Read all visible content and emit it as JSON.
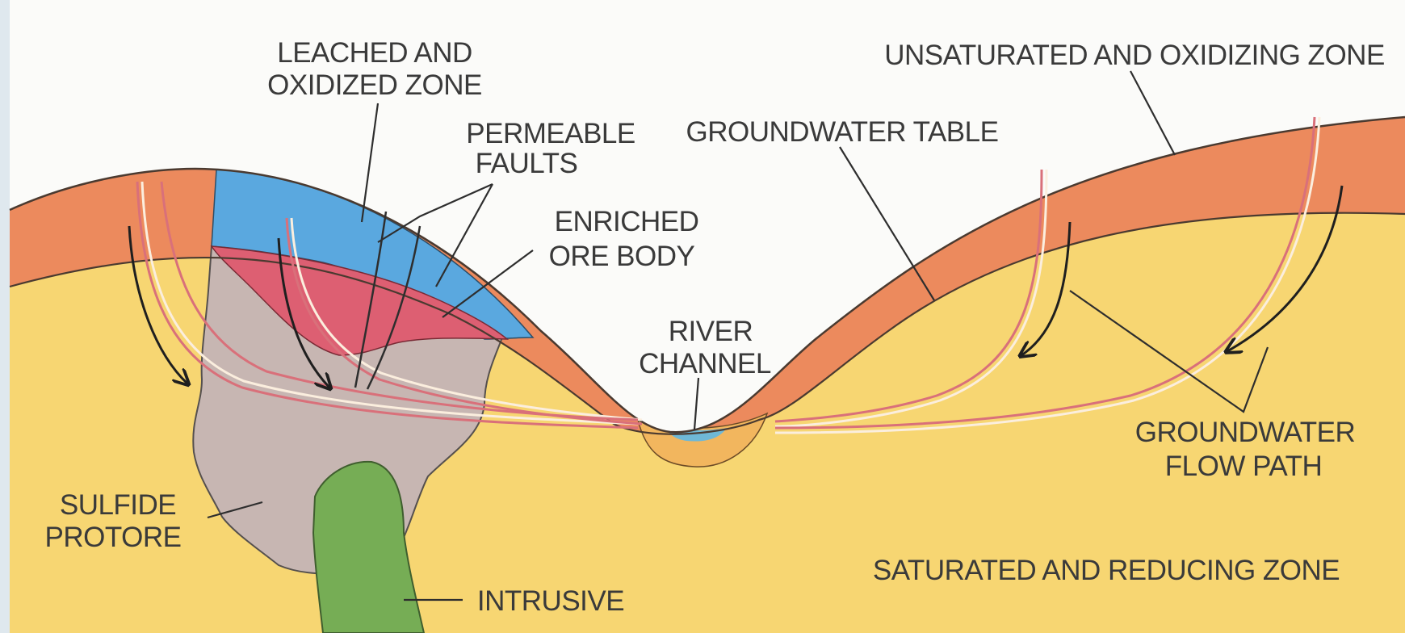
{
  "colors": {
    "background": "#dfe8ee",
    "canvas": "#fbfbf9",
    "saturated_zone": "#f7d672",
    "unsaturated_zone": "#ec8a5d",
    "leached_zone": "#5aa8df",
    "enriched_ore": "#dd5f72",
    "protore": "#c7b6b2",
    "intrusive": "#76ad55",
    "river": "#6fb8d6",
    "river_sediment": "#f2b65e",
    "flow_path": "#d9707a"
  },
  "labels": {
    "leached_line1": "LEACHED AND",
    "leached_line2": "OXIDIZED ZONE",
    "permeable_line1": "PERMEABLE",
    "permeable_line2": "FAULTS",
    "enriched_line1": "ENRICHED",
    "enriched_line2": "ORE BODY",
    "river_line1": "RIVER",
    "river_line2": "CHANNEL",
    "groundwater_table": "GROUNDWATER TABLE",
    "unsaturated": "UNSATURATED AND OXIDIZING ZONE",
    "flow_line1": "GROUNDWATER",
    "flow_line2": "FLOW PATH",
    "sulfide_line1": "SULFIDE",
    "sulfide_line2": "PROTORE",
    "saturated": "SATURATED AND REDUCING ZONE",
    "intrusive": "INTRUSIVE"
  }
}
